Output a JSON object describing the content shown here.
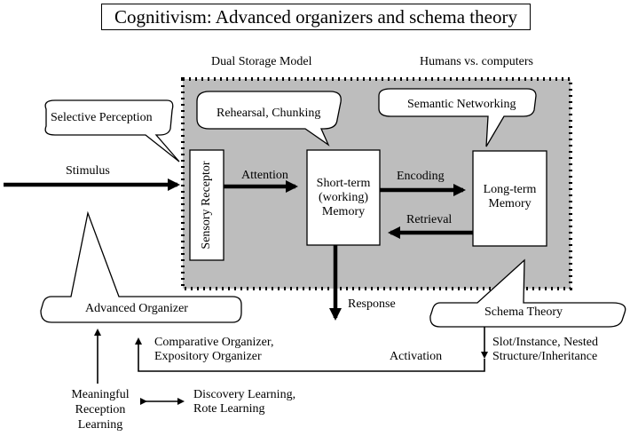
{
  "title": "Cognitivism: Advanced organizers and schema theory",
  "headers": {
    "dual_storage": "Dual Storage Model",
    "humans_vs": "Humans vs. computers"
  },
  "callouts": {
    "selective_perception": "Selective Perception",
    "rehearsal": "Rehearsal, Chunking",
    "semantic": "Semantic Networking",
    "advanced_organizer": "Advanced Organizer",
    "schema_theory": "Schema Theory"
  },
  "boxes": {
    "sensory": "Sensory Receptor",
    "short_term": [
      "Short-term",
      "(working)",
      "Memory"
    ],
    "long_term": [
      "Long-term",
      "Memory"
    ]
  },
  "arrows": {
    "stimulus": "Stimulus",
    "attention": "Attention",
    "encoding": "Encoding",
    "retrieval": "Retrieval",
    "response": "Response",
    "activation": "Activation"
  },
  "notes": {
    "organizer_types": [
      "Comparative Organizer,",
      "Expository Organizer"
    ],
    "schema_details": [
      "Slot/Instance, Nested",
      "Structure/Inheritance"
    ],
    "meaningful": [
      "Meaningful",
      "Reception",
      "Learning"
    ],
    "discovery": [
      "Discovery Learning,",
      "Rote Learning"
    ]
  }
}
